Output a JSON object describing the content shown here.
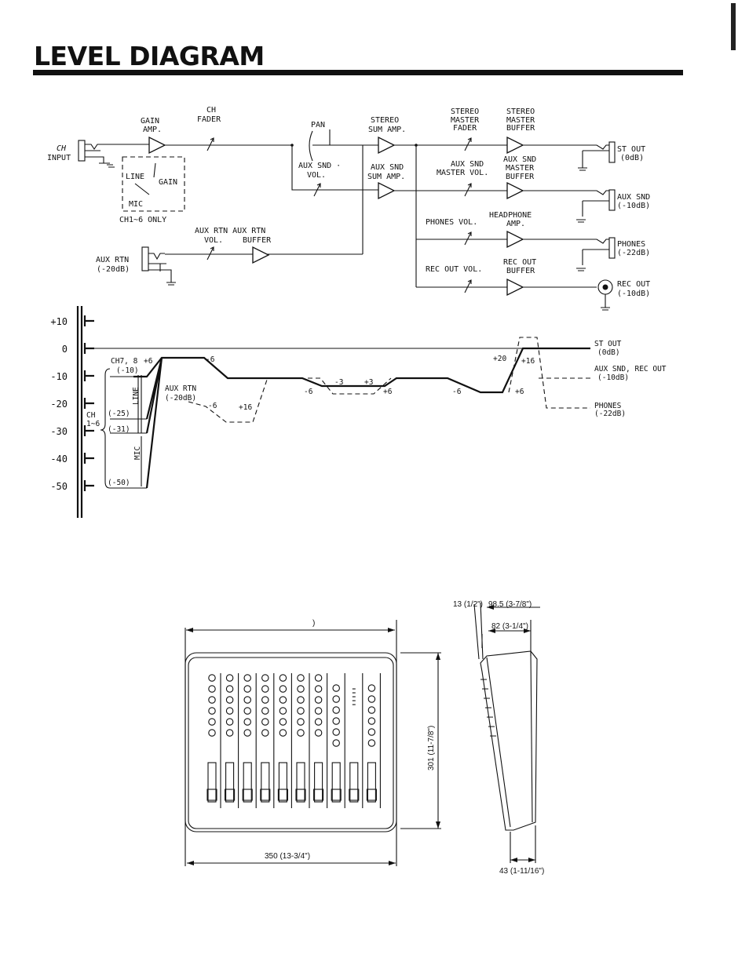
{
  "title": "LEVEL DIAGRAM",
  "block": {
    "gain_amp": "GAIN AMP.",
    "ch_fader": "CH FADER",
    "pan": "PAN",
    "stereo_sum_amp": "STEREO SUM AMP.",
    "stereo_master_fader": "STEREO MASTER FADER",
    "stereo_master_buffer": "STEREO MASTER BUFFER",
    "aux_snd_vol": "AUX SND VOL.",
    "aux_snd_sum_amp": "AUX SND SUM AMP.",
    "aux_snd_master_vol": "AUX SND MASTER VOL.",
    "aux_snd_master_buffer": "AUX SND MASTER BUFFER",
    "phones_vol": "PHONES VOL.",
    "headphone_amp": "HEADPHONE AMP.",
    "rec_out_vol": "REC OUT VOL.",
    "rec_out_buffer": "REC OUT BUFFER",
    "aux_rtn_vol": "AUX RTN VOL.",
    "aux_rtn_buffer": "AUX RTN BUFFER",
    "ch_input": "CH INPUT",
    "aux_rtn_in": "AUX RTN",
    "aux_rtn_in_level": "(-20dB)",
    "line": "LINE",
    "gain": "GAIN",
    "mic": "MIC",
    "ch_only": "CH1~6 ONLY",
    "st_out": "ST OUT",
    "st_out_level": "(0dB)",
    "aux_snd": "AUX SND",
    "aux_snd_level": "(-10dB)",
    "phones": "PHONES",
    "phones_level": "(-22dB)",
    "rec_out": "REC OUT",
    "rec_out_level": "(-10dB)"
  },
  "level": {
    "y_ticks": [
      "+10",
      "0",
      "-10",
      "-20",
      "-30",
      "-40",
      "-50"
    ],
    "ch78": "CH7, 8",
    "ch78_level": "(-10)",
    "ch16": "CH 1~6",
    "in_m25": "(-25)",
    "in_m31": "(-31)",
    "in_m50": "(-50)",
    "line": "LINE",
    "mic": "MIC",
    "aux_rtn": "AUX RTN",
    "aux_rtn_level": "(-20dB)",
    "p6": "+6",
    "m6": "-6",
    "p16": "+16",
    "m3": "-3",
    "p3": "+3",
    "p20": "+20",
    "out_st": "ST OUT",
    "out_st_level": "(0dB)",
    "out_aux_rec": "AUX SND, REC OUT",
    "out_aux_rec_level": "(-10dB)",
    "out_phones": "PHONES",
    "out_phones_level": "(-22dB)"
  },
  "dims": {
    "top_width": ")",
    "width": "350 (13-3/4\")",
    "depth": "301 (11-7/8\")",
    "front_height": "43 (1-11/16\")",
    "top_lip": "13 (1/2\")",
    "side_depth": "98.5 (3-7/8\")",
    "side_depth2": "82 (3-1/4\")"
  }
}
